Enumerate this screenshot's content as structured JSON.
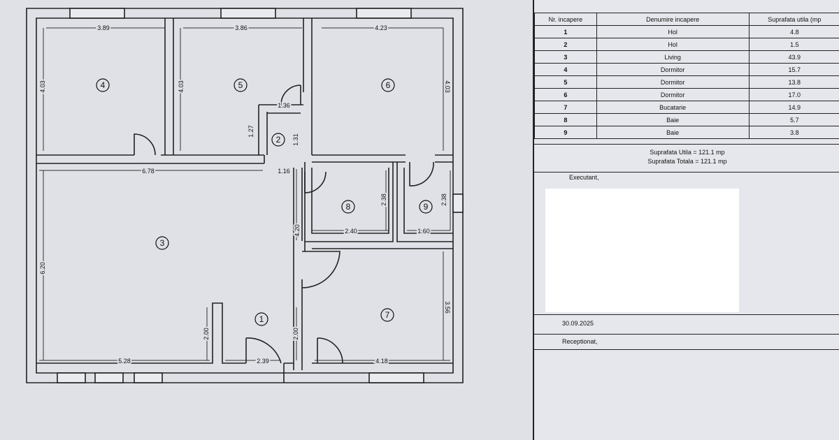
{
  "floor_plan": {
    "room_markers": [
      "1",
      "2",
      "3",
      "4",
      "5",
      "6",
      "7",
      "8",
      "9"
    ],
    "dimensions": [
      "3.89",
      "3.86",
      "4.23",
      "4.03",
      "4.03",
      "4.03",
      "1.36",
      "1.27",
      "1.31",
      "6.78",
      "1.16",
      "2.38",
      "2.38",
      "2.40",
      "1.60",
      "4.20",
      "6.20",
      "2.00",
      "2.00",
      "3.56",
      "5.28",
      "2.39",
      "4.18"
    ]
  },
  "table": {
    "headers": [
      "Nr. incapere",
      "Denumire incapere",
      "Suprafata utila (mp"
    ],
    "rows": [
      {
        "nr": "1",
        "name": "Hol",
        "area": "4.8"
      },
      {
        "nr": "2",
        "name": "Hol",
        "area": "1.5"
      },
      {
        "nr": "3",
        "name": "Living",
        "area": "43.9"
      },
      {
        "nr": "4",
        "name": "Dormitor",
        "area": "15.7"
      },
      {
        "nr": "5",
        "name": "Dormitor",
        "area": "13.8"
      },
      {
        "nr": "6",
        "name": "Dormitor",
        "area": "17.0"
      },
      {
        "nr": "7",
        "name": "Bucatarie",
        "area": "14.9"
      },
      {
        "nr": "8",
        "name": "Baie",
        "area": "5.7"
      },
      {
        "nr": "9",
        "name": "Baie",
        "area": "3.8"
      }
    ]
  },
  "totals": {
    "useful": "Suprafata Utila = 121.1  mp",
    "total": "Suprafata Totala =  121.1 mp"
  },
  "executant_label": "Executant,",
  "date": "30.09.2025",
  "receptionat_label": "Receptionat,"
}
